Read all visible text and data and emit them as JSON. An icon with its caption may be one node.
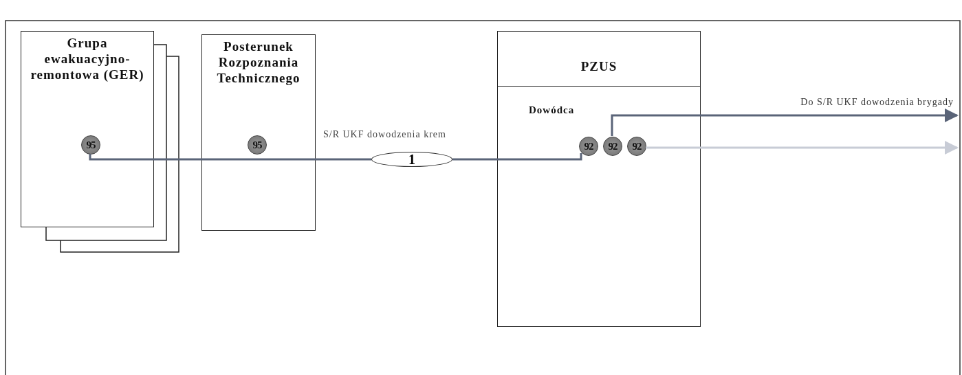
{
  "diagram": {
    "nodes": [
      {
        "text": [
          "Grupa ewakuacyjno-remontowa (GER)"
        ]
      },
      {
        "text": [
          "Posterunek Rozpoznania Technicznego"
        ]
      },
      {
        "text": [
          "PZUS",
          "Dowódca"
        ]
      },
      {
        "text": [
          "95"
        ],
        "in": 0
      },
      {
        "text": [
          "95"
        ],
        "in": 1
      },
      {
        "text": [
          "1"
        ],
        "beside": [
          "S/R UKF dowodzenia krem"
        ]
      },
      {
        "text": [
          "92"
        ],
        "in": 2
      },
      {
        "text": [
          "92"
        ],
        "in": 2
      },
      {
        "text": [
          "92"
        ],
        "in": 2
      }
    ],
    "edges": [
      {
        "from": 3,
        "to": 5,
        "arrow": "none"
      },
      {
        "from": 5,
        "to": 6,
        "arrow": "none"
      },
      {
        "from": 7,
        "to": null,
        "arrow": "to",
        "label": "Do S/R UKF dowodzenia brygady"
      },
      {
        "from": 8,
        "to": null,
        "arrow": "to",
        "color": "#c8ccd6"
      }
    ]
  }
}
